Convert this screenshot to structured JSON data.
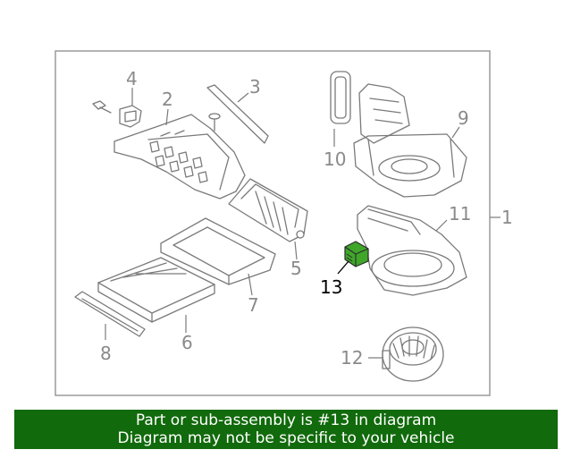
{
  "callouts": {
    "c1": "1",
    "c2": "2",
    "c3": "3",
    "c4": "4",
    "c5": "5",
    "c6": "6",
    "c7": "7",
    "c8": "8",
    "c9": "9",
    "c10": "10",
    "c11": "11",
    "c12": "12",
    "c13": "13"
  },
  "highlight_color": "#3fa62a",
  "banner": {
    "line1": "Part or sub-assembly is #13 in diagram",
    "line2": "Diagram may not be specific to your vehicle",
    "background": "#116a0b"
  }
}
